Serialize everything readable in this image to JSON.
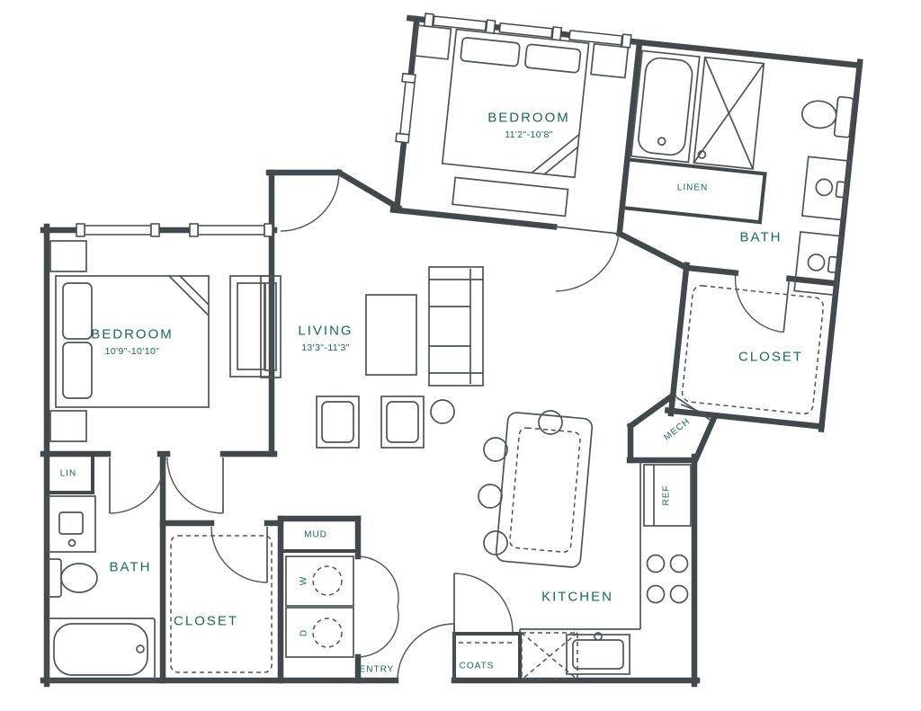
{
  "page": {
    "background": "#ffffff"
  },
  "palette": {
    "wall_line": "#42494c",
    "fixture_line": "#4d5457",
    "label_text": "#176a5c"
  },
  "rooms": {
    "bedroom_upper": {
      "label": "BEDROOM",
      "dims": "11'2\"-10'8\""
    },
    "bath_upper": {
      "label": "BATH"
    },
    "linen": {
      "label": "LINEN"
    },
    "closet_upper": {
      "label": "CLOSET"
    },
    "mech": {
      "label": "MECH"
    },
    "bedroom_lower": {
      "label": "BEDROOM",
      "dims": "10'9\"-10'10\""
    },
    "living": {
      "label": "LIVING",
      "dims": "13'3\"-11'3\""
    },
    "lin": {
      "label": "LIN"
    },
    "bath_lower": {
      "label": "BATH"
    },
    "closet_lower": {
      "label": "CLOSET"
    },
    "mud": {
      "label": "MUD"
    },
    "washer": {
      "label": "W"
    },
    "dryer": {
      "label": "D"
    },
    "entry": {
      "label": "ENTRY"
    },
    "coats": {
      "label": "COATS"
    },
    "kitchen": {
      "label": "KITCHEN"
    },
    "refrigerator": {
      "label": "REF"
    }
  }
}
